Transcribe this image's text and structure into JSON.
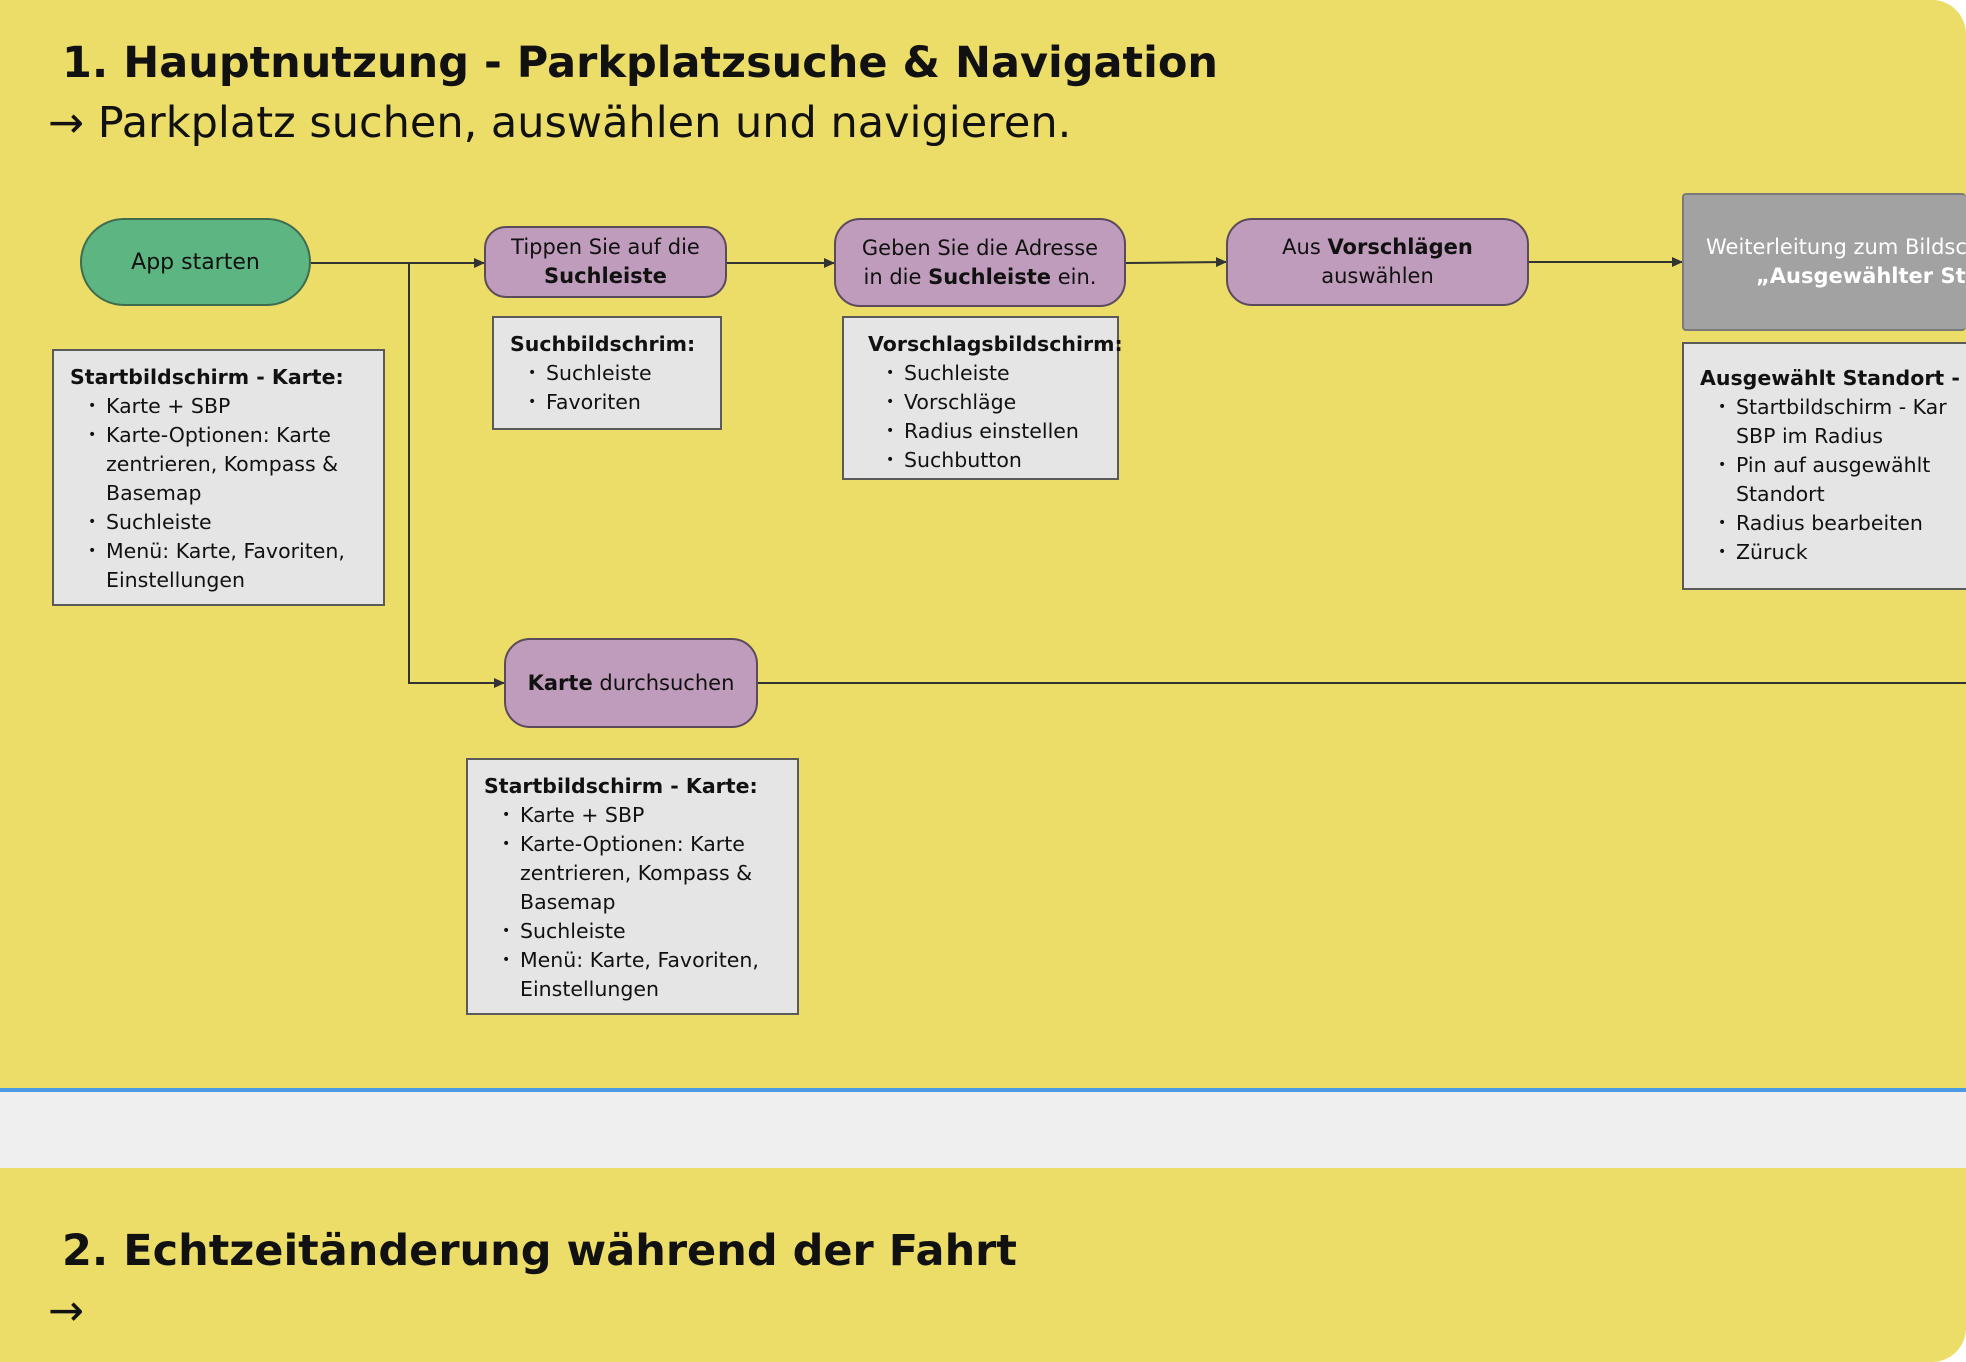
{
  "section1": {
    "title": "1. Hauptnutzung - Parkplatzsuche & Navigation",
    "subtitle": "→ Parkplatz suchen, auswählen und navigieren."
  },
  "section2": {
    "title": "2. Echtzeitänderung während der Fahrt",
    "subtitle": "→"
  },
  "nodes": {
    "app_start": "App starten",
    "tap_searchbar_pre": "Tippen Sie auf die",
    "tap_searchbar_bold": "Suchleiste",
    "enter_address_line1": "Geben Sie die Adresse",
    "enter_address_pre": "in die ",
    "enter_address_bold": "Suchleiste",
    "enter_address_post": " ein.",
    "choose_pre": "Aus ",
    "choose_bold": "Vorschlägen",
    "choose_line2": "auswählen",
    "redirect_line1": "Weiterleitung zum Bildsc",
    "redirect_line2": "„Ausgewählter Stando",
    "browse_bold": "Karte",
    "browse_post": " durchsuchen"
  },
  "notes": {
    "start_screen": {
      "title": "Startbildschirm - Karte:",
      "items": [
        "Karte + SBP",
        "Karte-Optionen: Karte zentrieren, Kompass & Basemap",
        "Suchleiste",
        "Menü: Karte, Favoriten, Einstellungen"
      ]
    },
    "search_screen": {
      "title": "Suchbildschrim:",
      "items": [
        "Suchleiste",
        "Favoriten"
      ]
    },
    "suggest_screen": {
      "title": "Vorschlagsbildschirm:",
      "items": [
        "Suchleiste",
        "Vorschläge",
        "Radius einstellen",
        "Suchbutton"
      ]
    },
    "selected_screen": {
      "title": "Ausgewählt Standort - Ka",
      "items": [
        "Startbildschirm - Kar",
        "SBP im Radius",
        "Pin auf ausgewählt",
        "Standort",
        "Radius bearbeiten",
        "Züruck"
      ]
    },
    "browse_screen": {
      "title": "Startbildschirm - Karte:",
      "items": [
        "Karte + SBP",
        "Karte-Optionen: Karte zentrieren, Kompass & Basemap",
        "Suchleiste",
        "Menü: Karte, Favoriten, Einstellungen"
      ]
    }
  },
  "colors": {
    "panel": "#ecdc68",
    "start_node": "#5db582",
    "step_node": "#bf9cbb",
    "screen_node": "#a2a2a2",
    "note": "#e5e5e5",
    "divider_line": "#4a9be3"
  }
}
